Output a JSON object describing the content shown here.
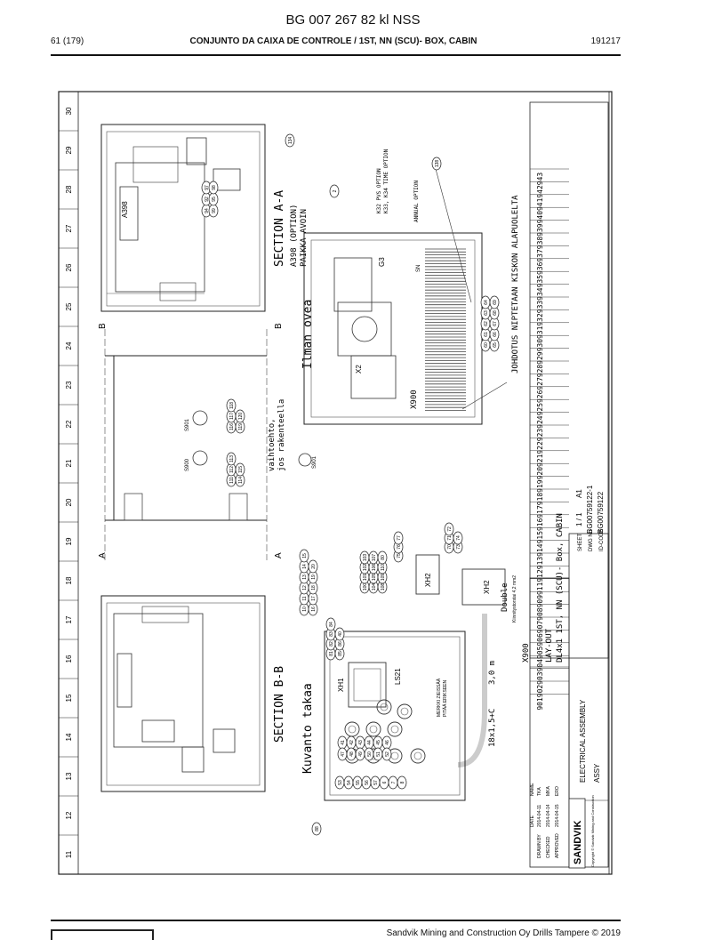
{
  "header": {
    "doc_title": "BG 007 267 82 kl NSS",
    "page": "61 (179)",
    "section_title": "CONJUNTO DA CAIXA DE CONTROLE / 1ST, NN (SCU)- BOX, CABIN",
    "doc_code": "191217"
  },
  "footer": {
    "copyright": "Sandvik Mining and Construction Oy Drills Tampere © 2019"
  },
  "drawing": {
    "grid_numbers": [
      "30",
      "29",
      "28",
      "27",
      "26",
      "25",
      "24",
      "23",
      "22",
      "21",
      "20",
      "19",
      "18",
      "17",
      "16",
      "15",
      "14",
      "13",
      "12",
      "11"
    ],
    "section_a": {
      "title": "SECTION A-A",
      "note1": "A398 (OPTION)",
      "note2": "PAIKKA AVOIN",
      "note3": "Ilman ovea",
      "note4": "JOHDOTUS NIPTETAAN KISKON ALAPUOLELTA",
      "opt1": "K32 PVS OPTION",
      "opt2": "K33, K34 TIME OPTION",
      "opt3": "ANNUAL OPTION",
      "x_label": "X900",
      "x2_label": "X2",
      "g3_label": "G3",
      "sn_label": "SN",
      "a_label": "A398",
      "balloons": [
        "2",
        "134",
        "138",
        "94",
        "92",
        "97",
        "99",
        "95",
        "98",
        "60",
        "61",
        "62",
        "63",
        "64",
        "65",
        "66",
        "67",
        "68",
        "69"
      ]
    },
    "middle": {
      "alt_note": "vaihtoehto,",
      "alt_note2": "jos rakenteella",
      "s900": "S900",
      "s901": "S901",
      "s901b": "S901",
      "section_b_mark": "B",
      "section_a_mark": "A",
      "balloons": [
        "111",
        "112",
        "113",
        "114",
        "115",
        "116",
        "117",
        "118",
        "119",
        "120"
      ]
    },
    "section_b": {
      "title": "SECTION B-B",
      "sub": "Kuvanto takaa",
      "xh1": "XH1",
      "xh2": "XH2",
      "xh2b": "XH2",
      "ls21": "LS21",
      "x900": "X900",
      "double": "Double",
      "cable": "18x1,5+C",
      "len": "3,0 m",
      "kiinnitys": "Kiinnitystorstai 4,2 mm2",
      "warn1": "MERKKI ZIEISSÄÄ",
      "warn2": "PITÄÄ ERIKSEEN",
      "balloons": [
        "10",
        "11",
        "12",
        "13",
        "14",
        "15",
        "16",
        "17",
        "18",
        "19",
        "20",
        "75",
        "76",
        "77",
        "70",
        "71",
        "72",
        "73",
        "74",
        "100",
        "101",
        "102",
        "103",
        "104",
        "105",
        "106",
        "107",
        "108",
        "109",
        "110",
        "80",
        "81",
        "82",
        "83",
        "84",
        "85",
        "86",
        "40",
        "41",
        "42",
        "43",
        "44",
        "45",
        "46",
        "47",
        "48",
        "49",
        "50",
        "51",
        "52",
        "53",
        "54",
        "55",
        "56",
        "57",
        "6",
        "7",
        "8",
        "88"
      ]
    },
    "title_block": {
      "company": "SANDVIK",
      "copyright_small": "Copyright © Sandvik Mining and Construction",
      "title1": "ELECTRICAL ASSEMBLY",
      "title2": "ASSY",
      "desc1": "DL4x1 1ST, NN (SCU)- Box, CABIN",
      "desc2": "LAY-OUT",
      "sheet_label": "SHEET",
      "sheet": "1 / 1",
      "size": "A1",
      "dwg_label": "DWG No",
      "dwg": "BG00759122-1",
      "id_label": "ID-CODE",
      "id": "BG00759122",
      "date_hdr": "DATE",
      "name_hdr": "NAME",
      "drawn_lbl": "DRAWN BY",
      "drawn_date": "2014-04-11",
      "drawn_name": "TKA",
      "checked_lbl": "CHECKED",
      "checked_date": "2014-04-14",
      "checked_name": "MKA",
      "approved_lbl": "APPROVED",
      "approved_date": "2014-04-15",
      "approved_name": "ERO",
      "list_numbers": [
        "943",
        "942",
        "941",
        "940",
        "939",
        "938",
        "937",
        "936",
        "935",
        "934",
        "933",
        "932",
        "931",
        "930",
        "929",
        "928",
        "927",
        "926",
        "925",
        "924",
        "923",
        "922",
        "921",
        "920",
        "919",
        "918",
        "917",
        "916",
        "915",
        "914",
        "913",
        "912",
        "911",
        "909",
        "908",
        "907",
        "906",
        "905",
        "904",
        "903",
        "902",
        "901"
      ]
    }
  }
}
